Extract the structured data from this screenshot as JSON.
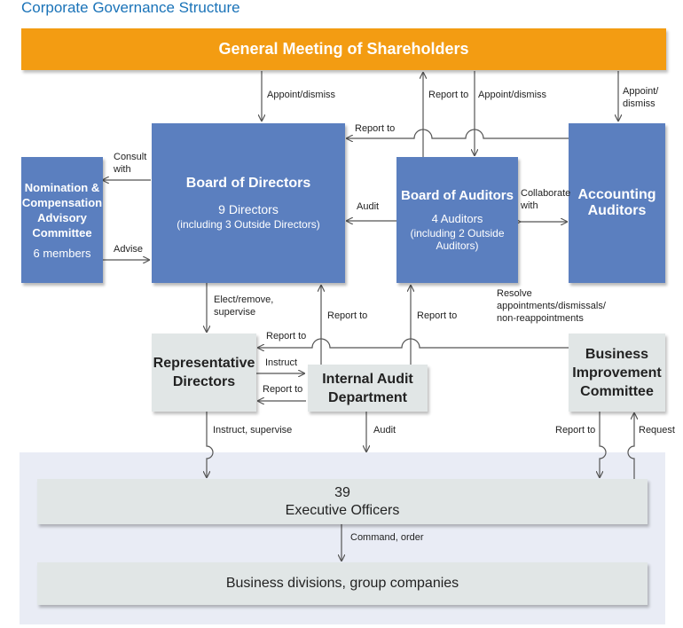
{
  "title": "Corporate Governance Structure",
  "boxes": {
    "gms": "General Meeting of Shareholders",
    "board_directors": {
      "title": "Board of Directors",
      "count": "9 Directors",
      "note": "(including 3 Outside Directors)"
    },
    "board_auditors": {
      "title": "Board of Auditors",
      "count": "4 Auditors",
      "note_1": "(including 2 Outside",
      "note_2": "Auditors)"
    },
    "accounting": {
      "line1": "Accounting",
      "line2": "Auditors"
    },
    "nomination": {
      "line1": "Nomination &",
      "line2": "Compensation",
      "line3": "Advisory",
      "line4": "Committee",
      "members": "6 members"
    },
    "rep_directors": {
      "line1": "Representative",
      "line2": "Directors"
    },
    "internal_audit": {
      "line1": "Internal Audit",
      "line2": "Department"
    },
    "biz_improvement": {
      "line1": "Business",
      "line2": "Improvement",
      "line3": "Committee"
    },
    "exec_officers": {
      "count": "39",
      "label": "Executive Officers"
    },
    "business_divisions": "Business divisions, group companies"
  },
  "labels": {
    "appoint_dismiss_bod": "Appoint/dismiss",
    "report_to_gms": "Report to",
    "appoint_dismiss_boa": "Appoint/dismiss",
    "appoint_acc_1": "Appoint/",
    "appoint_acc_2": "dismiss",
    "report_to_bod": "Report to",
    "consult_1": "Consult",
    "consult_2": "with",
    "advise": "Advise",
    "audit_bod": "Audit",
    "collaborate_1": "Collaborate",
    "collaborate_2": "with",
    "elect_1": "Elect/remove,",
    "elect_2": "supervise",
    "report_to_iad_bod": "Report to",
    "report_to_iad_boa": "Report to",
    "resolve_1": "Resolve",
    "resolve_2": "appointments/dismissals/",
    "resolve_3": "non-reappointments",
    "report_to_rep_from_bic": "Report to",
    "instruct": "Instruct",
    "report_to_rep_from_iad": "Report to",
    "instruct_supervise": "Instruct, supervise",
    "audit_exec": "Audit",
    "report_to_bic": "Report to",
    "request": "Request",
    "command_order": "Command, order"
  },
  "colors": {
    "title": "#1a73b8",
    "orange": "#f39c12",
    "blue": "#5b7fbf",
    "grey": "#e1e6e6",
    "pale": "#e9ecf5",
    "line": "#555555"
  }
}
